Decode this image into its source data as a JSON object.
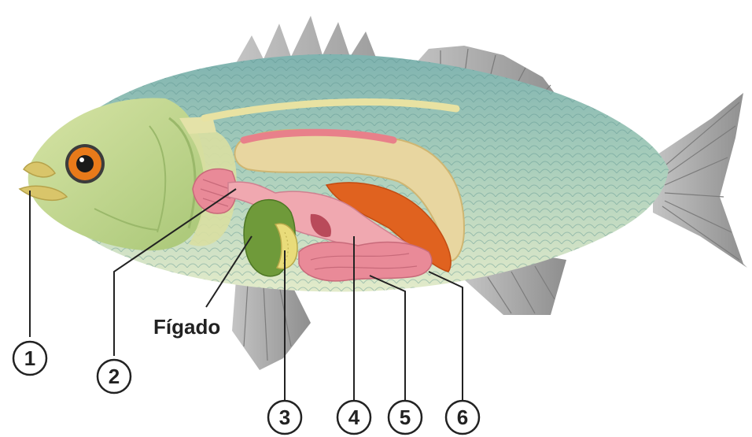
{
  "diagram": {
    "liver_label": "Fígado",
    "callouts": [
      {
        "id": "1",
        "text": "1"
      },
      {
        "id": "2",
        "text": "2"
      },
      {
        "id": "3",
        "text": "3"
      },
      {
        "id": "4",
        "text": "4"
      },
      {
        "id": "5",
        "text": "5"
      },
      {
        "id": "6",
        "text": "6"
      }
    ]
  },
  "colors": {
    "body_top": "#8fc0b8",
    "body_belly": "#dfe8c8",
    "head": "#c6d98d",
    "fins": "#a8a8a8",
    "swim_bladder": "#e8d6a0",
    "stomach": "#f0a8b0",
    "intestine": "#e98a98",
    "gonad": "#e0621f",
    "liver": "#6f9a3a",
    "eye_iris": "#e87a1a"
  }
}
